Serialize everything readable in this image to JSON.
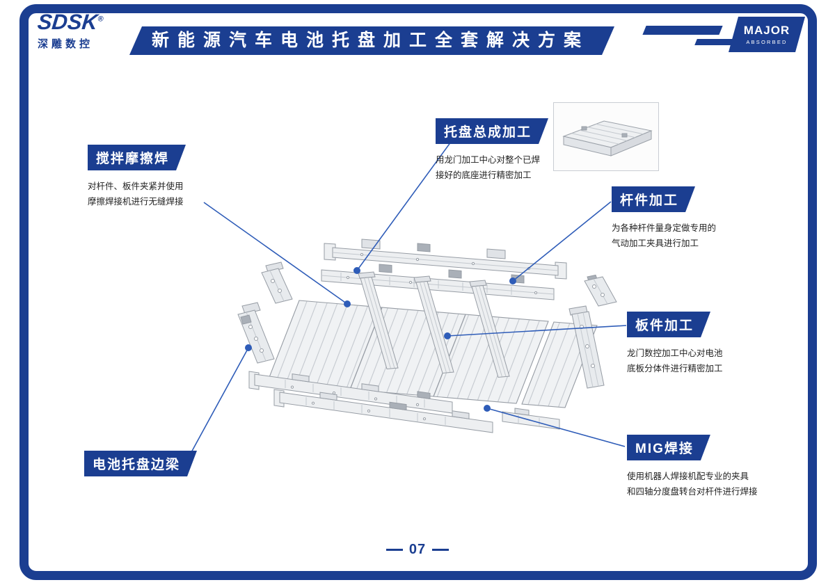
{
  "page": {
    "number": "07",
    "colors": {
      "primary_blue": "#1b3e91",
      "leader_blue": "#2e5cb8"
    }
  },
  "header": {
    "logo": {
      "brand": "SDSK",
      "registered": "®",
      "subtitle": "深雕数控"
    },
    "title": "新能源汽车电池托盘加工全套解决方案",
    "badge": {
      "line1": "MAJOR",
      "line2": "ABSORBED"
    }
  },
  "callouts": {
    "friction_stir_welding": {
      "label": "搅拌摩擦焊",
      "desc": "对杆件、板件夹紧并使用\n摩擦焊接机进行无缝焊接"
    },
    "tray_assembly_machining": {
      "label": "托盘总成加工",
      "desc": "用龙门加工中心对整个已焊\n接好的底座进行精密加工"
    },
    "rod_machining": {
      "label": "杆件加工",
      "desc": "为各种杆件量身定做专用的\n气动加工夹具进行加工"
    },
    "plate_machining": {
      "label": "板件加工",
      "desc": "龙门数控加工中心对电池\n底板分体件进行精密加工"
    },
    "mig_welding": {
      "label": "MIG焊接",
      "desc": "使用机器人焊接机配专业的夹具\n和四轴分度盘转台对杆件进行焊接"
    },
    "battery_tray_side_beam": {
      "label": "电池托盘边梁"
    }
  }
}
